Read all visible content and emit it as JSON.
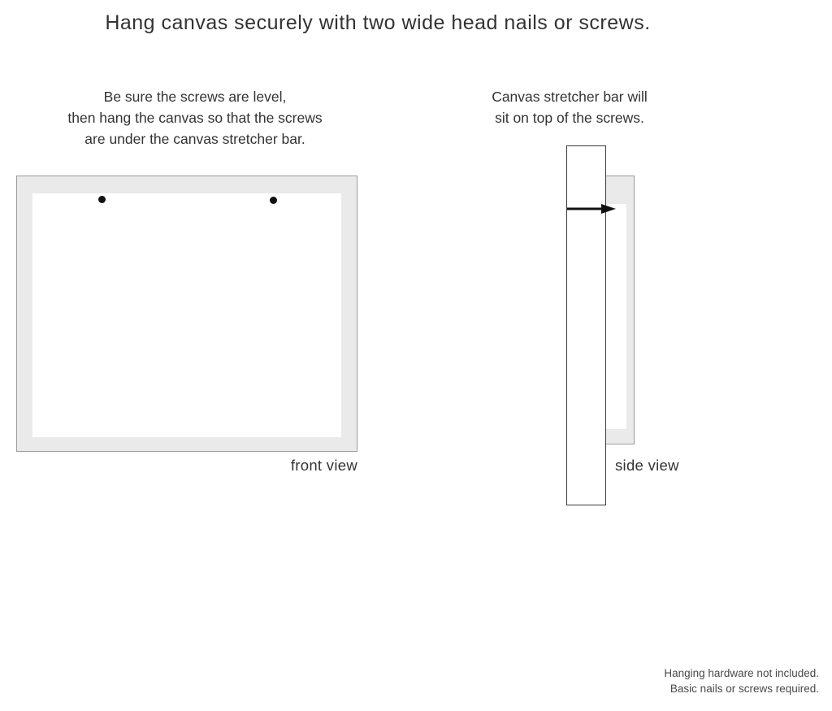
{
  "title": "Hang canvas securely with two wide head nails or screws.",
  "instructions": {
    "front": {
      "lines": [
        "Be sure the screws are level,",
        "then hang the canvas so that the screws",
        "are under the canvas stretcher bar."
      ]
    },
    "side": {
      "lines": [
        "Canvas stretcher bar will",
        "sit on top of the screws."
      ]
    }
  },
  "front_view": {
    "label": "front view",
    "screw_count": 2
  },
  "side_view": {
    "label": "side view"
  },
  "footer": {
    "lines": [
      "Hanging hardware not included.",
      "Basic nails or screws required."
    ]
  },
  "colors": {
    "text": "#333333",
    "canvas_fill": "#eaeaea",
    "border": "#9b9b9b",
    "screw": "#111111",
    "footer_text": "#4a4a4a"
  }
}
